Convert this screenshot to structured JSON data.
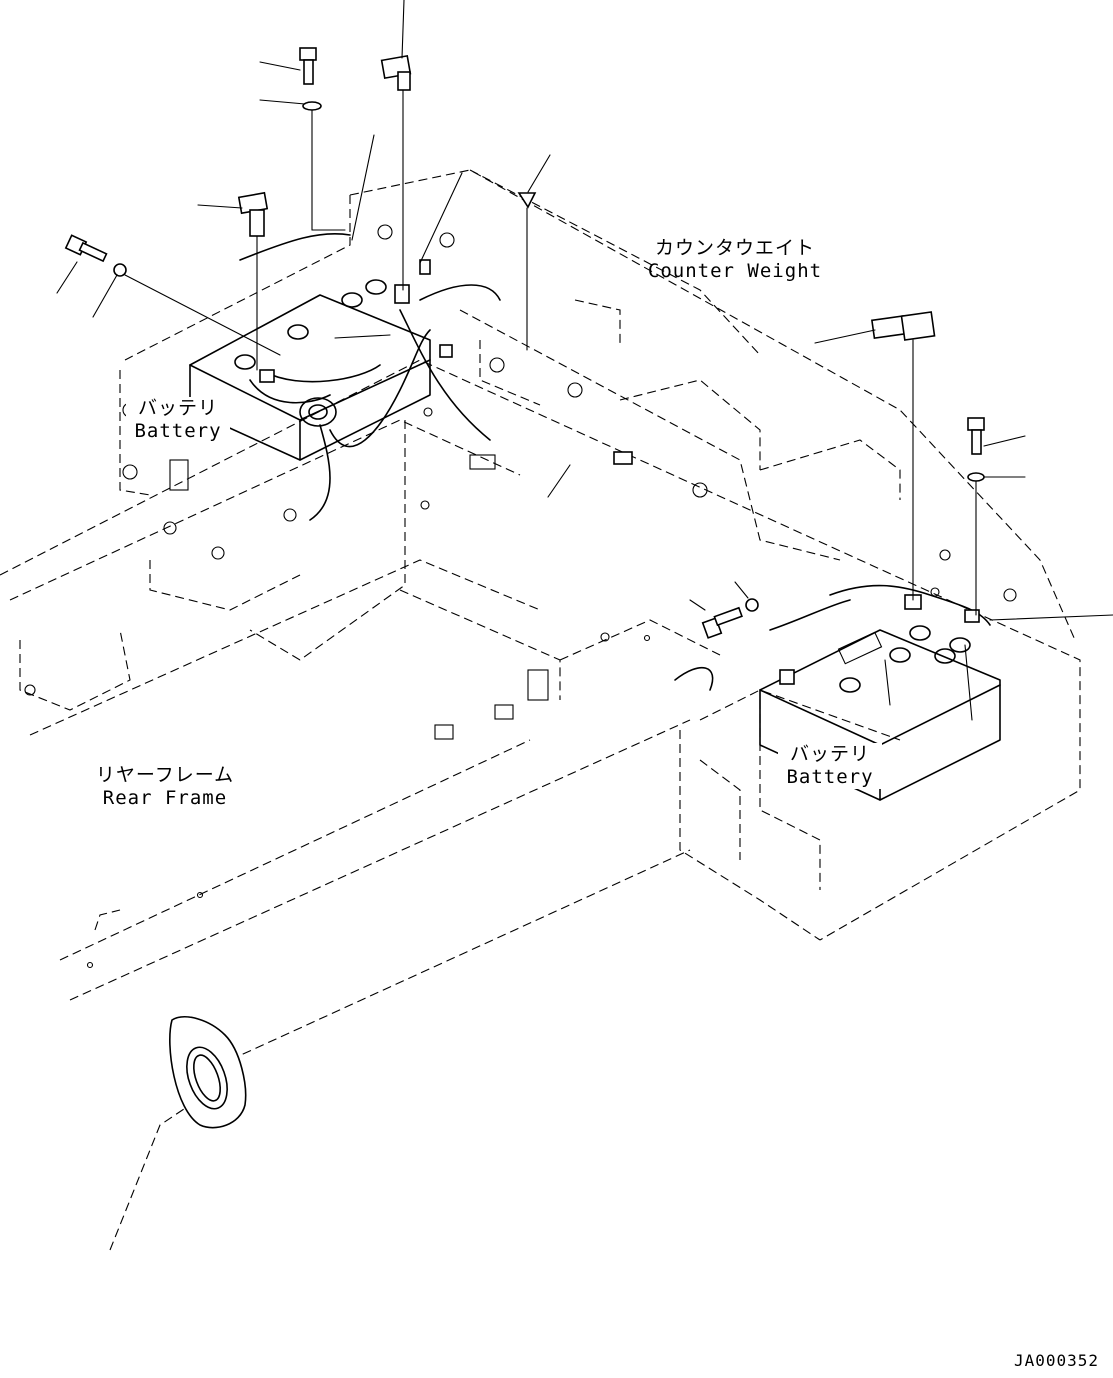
{
  "labels": {
    "counter_weight_jp": "カウンタウエイト",
    "counter_weight_en": "Counter Weight",
    "battery_left_jp": "バッテリ",
    "battery_left_en": "Battery",
    "battery_right_jp": "バッテリ",
    "battery_right_en": "Battery",
    "rear_frame_jp": "リヤーフレーム",
    "rear_frame_en": "Rear Frame"
  },
  "drawing_id": "JA000352"
}
